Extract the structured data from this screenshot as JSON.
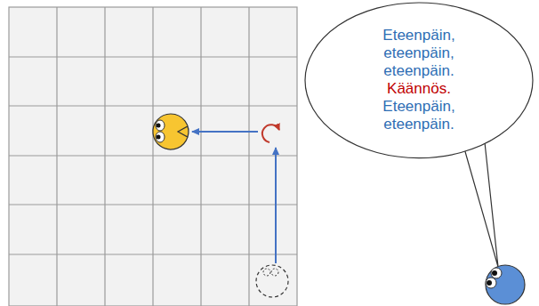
{
  "diagram": {
    "nodes": [
      {
        "text": [
          "Eteenpäin, eteenpäin, eteenpäin.",
          "Käännös.",
          "Eteenpäin, eteenpäin."
        ]
      }
    ]
  }
}
